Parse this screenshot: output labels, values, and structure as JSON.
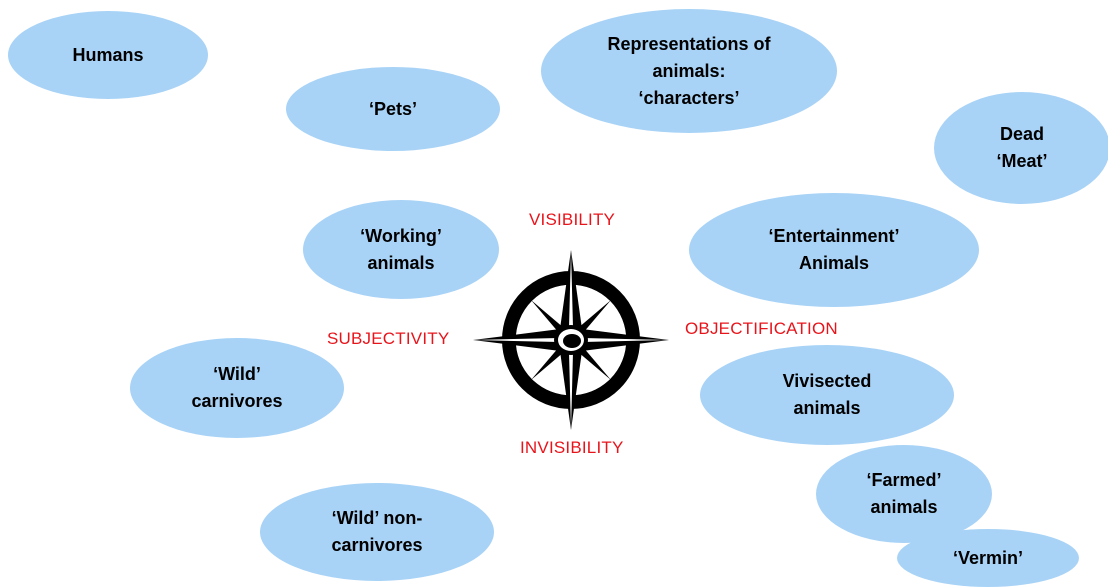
{
  "colors": {
    "bubble_fill": "#a8d3f6",
    "axis_label": "#e8141b",
    "text": "#000000",
    "compass": "#000000"
  },
  "icons": {
    "center": "compass-rose-icon"
  },
  "axes": {
    "top": "VISIBILITY",
    "bottom": "INVISIBILITY",
    "left": "SUBJECTIVITY",
    "right": "OBJECTIFICATION"
  },
  "bubbles": {
    "humans": "Humans",
    "pets": "‘Pets’",
    "representations": "Representations of\nanimals:\n‘characters’",
    "dead_meat": "Dead\n‘Meat’",
    "working": "‘Working’\nanimals",
    "entertainment": "‘Entertainment’\nAnimals",
    "wild_carnivores": "‘Wild’\ncarnivores",
    "vivisected": "Vivisected\nanimals",
    "farmed": "‘Farmed’\nanimals",
    "wild_noncarnivores": "‘Wild’ non-\ncarnivores",
    "vermin": "‘Vermin’"
  }
}
